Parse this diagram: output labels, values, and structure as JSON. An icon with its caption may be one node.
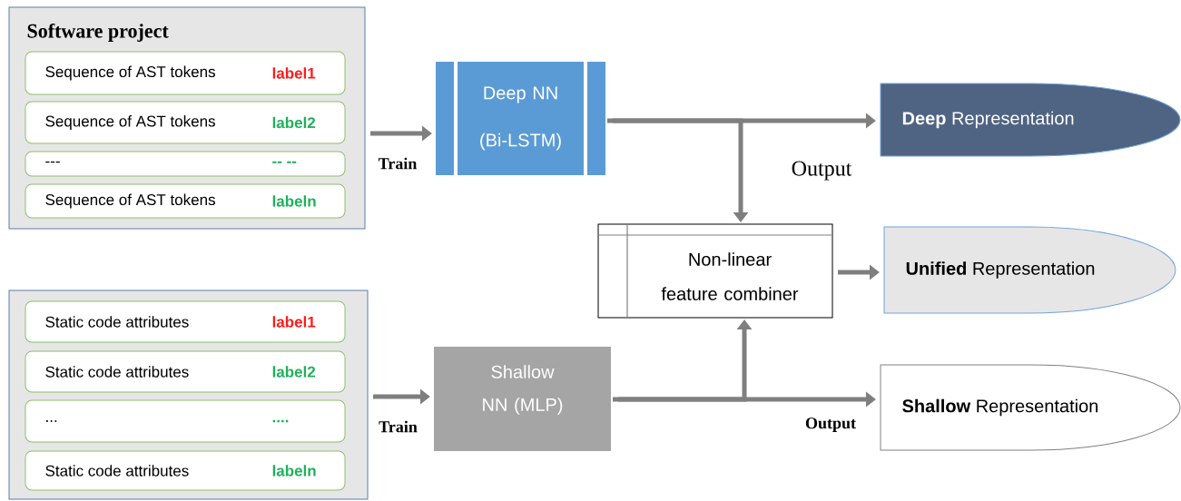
{
  "diagram": {
    "nodes": [
      {
        "text": [
          "Software project"
        ]
      },
      {
        "text": [
          "Sequence of AST tokens",
          "label1"
        ],
        "in": 0
      },
      {
        "text": [
          "Sequence of AST tokens",
          "label2"
        ],
        "in": 0
      },
      {
        "text": [
          "---",
          "-- --"
        ],
        "in": 0
      },
      {
        "text": [
          "Sequence of AST tokens",
          "labeln"
        ],
        "in": 0
      },
      {
        "text": [],
        "shape": "box"
      },
      {
        "text": [
          "Static code attributes",
          "label1"
        ],
        "in": 5
      },
      {
        "text": [
          "Static code attributes",
          "label2"
        ],
        "in": 5
      },
      {
        "text": [
          "...",
          "...."
        ],
        "in": 5
      },
      {
        "text": [
          "Static code attributes",
          "labeln"
        ],
        "in": 5
      },
      {
        "text": [
          "Deep NN (Bi-LSTM)"
        ]
      },
      {
        "text": [
          "Shallow NN (MLP)"
        ]
      },
      {
        "text": [
          "Non-linear feature combiner"
        ]
      },
      {
        "text": [
          "**Deep** Representation"
        ]
      },
      {
        "text": [
          "**Unified** Representation"
        ]
      },
      {
        "text": [
          "**Shallow** Representation"
        ]
      }
    ],
    "edges": [
      {
        "from": 0,
        "to": 10,
        "arrow": "to",
        "label": "Train"
      },
      {
        "from": 10,
        "to": 13,
        "arrow": "to",
        "label": "Output"
      },
      {
        "from": 10,
        "to": 12,
        "arrow": "to"
      },
      {
        "from": 5,
        "to": 11,
        "arrow": "to",
        "label": "Train"
      },
      {
        "from": 11,
        "to": 15,
        "arrow": "to",
        "label": "Output"
      },
      {
        "from": 11,
        "to": 12,
        "arrow": "to"
      },
      {
        "from": 12,
        "to": 14,
        "arrow": "to"
      }
    ]
  }
}
